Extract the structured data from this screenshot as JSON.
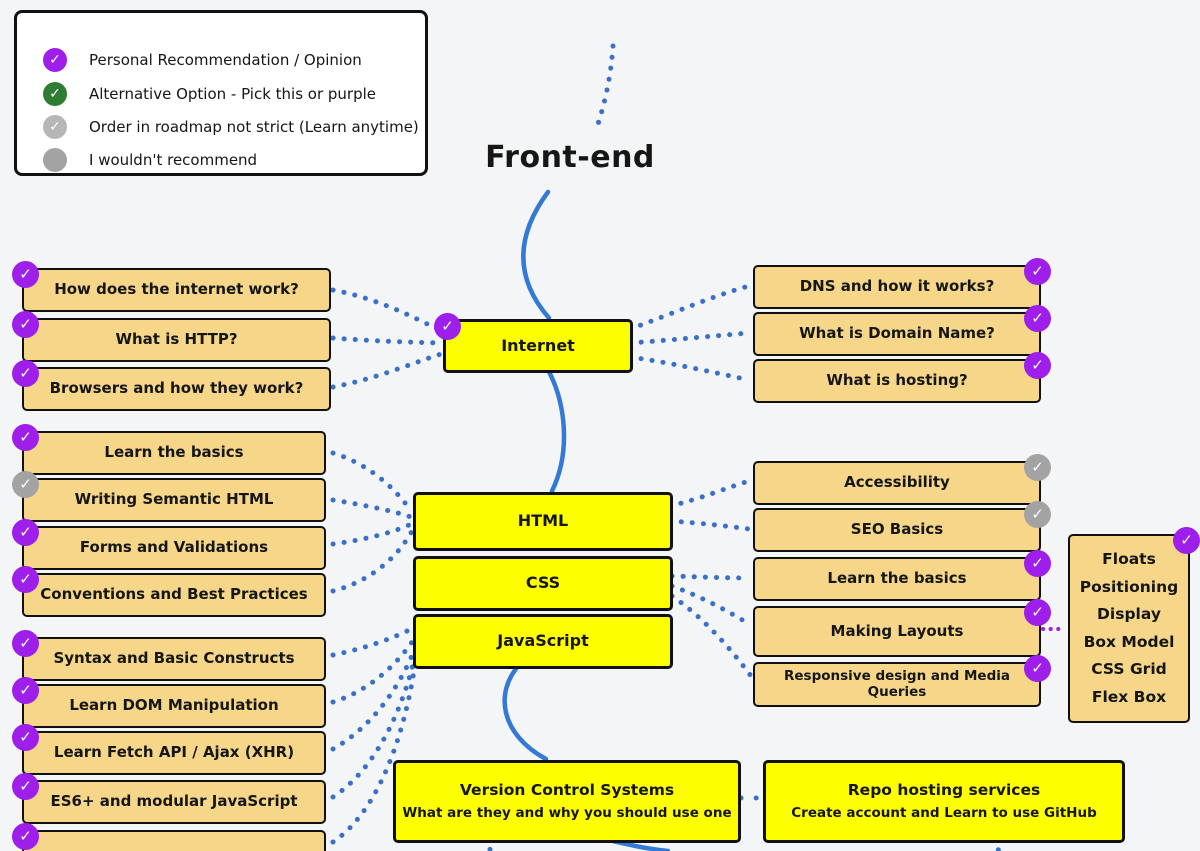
{
  "title": "Front-end",
  "legend": {
    "items": [
      {
        "icon": "purple-check",
        "label": "Personal Recommendation / Opinion"
      },
      {
        "icon": "green-check",
        "label": "Alternative Option - Pick this or purple"
      },
      {
        "icon": "gray-check",
        "label": "Order in roadmap not strict (Learn anytime)"
      },
      {
        "icon": "gray-dot",
        "label": "I wouldn't recommend"
      }
    ]
  },
  "colors": {
    "purple": "#9d1fe9",
    "green": "#2e7d32",
    "gray": "#a3a3a3",
    "yellow": "#fdff00",
    "tan": "#f6d688",
    "blue": "#3a70c8",
    "background": "#f4f5f6"
  },
  "nodes": {
    "internet": "Internet",
    "html": "HTML",
    "css": "CSS",
    "javascript": "JavaScript",
    "how_internet": "How does the internet work?",
    "what_http": "What is HTTP?",
    "browsers": "Browsers and how they work?",
    "html_basics": "Learn the basics",
    "semantic": "Writing Semantic HTML",
    "forms": "Forms and Validations",
    "conventions": "Conventions and Best Practices",
    "syntax": "Syntax and Basic Constructs",
    "dom": "Learn DOM Manipulation",
    "fetch": "Learn Fetch API / Ajax (XHR)",
    "es6": "ES6+ and modular JavaScript",
    "dns": "DNS and how it works?",
    "domain": "What is Domain Name?",
    "hosting": "What is hosting?",
    "accessibility": "Accessibility",
    "seo": "SEO Basics",
    "css_basics": "Learn the basics",
    "layouts": "Making Layouts",
    "responsive": "Responsive design and Media Queries",
    "css_topics": [
      "Floats",
      "Positioning",
      "Display",
      "Box Model",
      "CSS Grid",
      "Flex Box"
    ],
    "vcs": {
      "title": "Version Control Systems",
      "subtitle": "What are they and why you should use one"
    },
    "repo": {
      "title": "Repo hosting services",
      "subtitle": "Create account and Learn to use GitHub"
    },
    "check_glyph": "✓"
  }
}
